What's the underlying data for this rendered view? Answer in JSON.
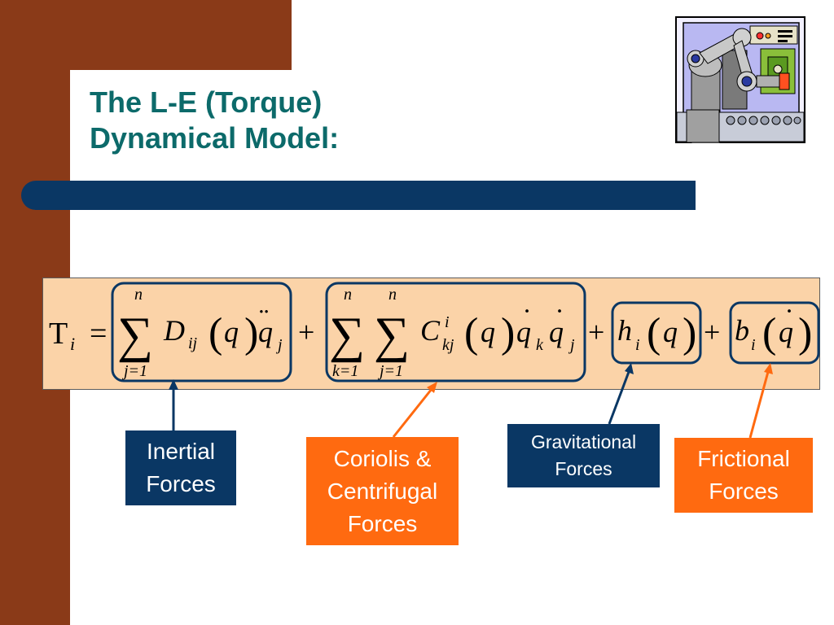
{
  "title": {
    "line1": "The L-E (Torque)",
    "line2": "Dynamical Model:"
  },
  "colors": {
    "sidebar": "#8a3a18",
    "title": "#0c6a6a",
    "navy": "#0a3764",
    "orange": "#ff6a10",
    "equation_background": "#fbd3a8"
  },
  "equation": {
    "torque": "T",
    "i": "i",
    "equals": "=",
    "plus": "+",
    "sum": "∑",
    "n": "n",
    "j1": "j=1",
    "k1": "k=1",
    "D": "D",
    "ij": "ij",
    "q": "q",
    "lparen": "(",
    "rparen": ")",
    "j": "j",
    "C": "C",
    "kj": "kj",
    "k": "k",
    "h": "h",
    "b": "b",
    "ddot": "¨",
    "dot": "˙"
  },
  "labels": {
    "inertial": [
      "Inertial",
      "Forces"
    ],
    "coriolis": [
      "Coriolis &",
      "Centrifugal",
      "Forces"
    ],
    "gravitational": [
      "Gravitational",
      "Forces"
    ],
    "frictional": [
      "Frictional",
      "Forces"
    ]
  },
  "clipart": {
    "icon": "robot-arm-clipart"
  }
}
